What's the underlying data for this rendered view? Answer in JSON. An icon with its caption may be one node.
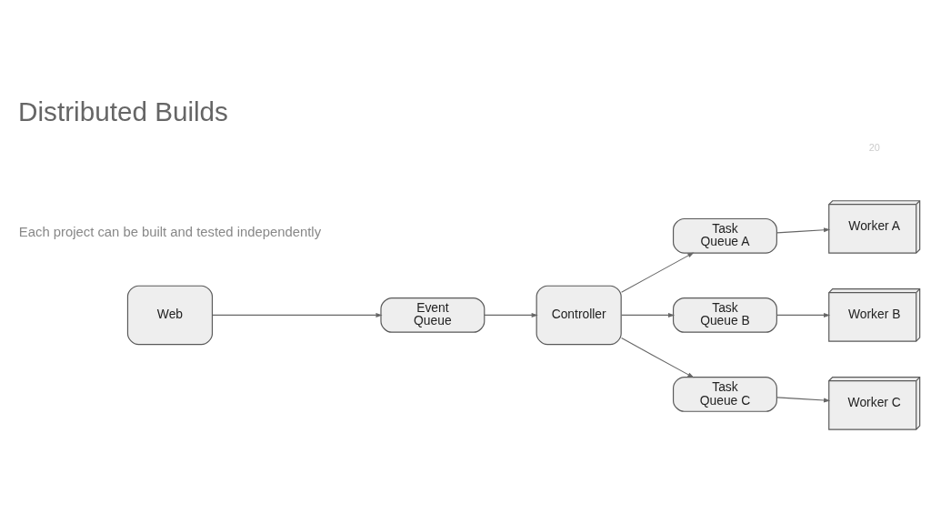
{
  "diagram": {
    "title": "Distributed Builds",
    "nodes": [
      {
        "text": [
          "Web"
        ]
      },
      {
        "text": [
          "Event Queue"
        ]
      },
      {
        "text": [
          "Controller"
        ]
      },
      {
        "text": [
          "Task Queue A"
        ]
      },
      {
        "text": [
          "Task Queue B"
        ]
      },
      {
        "text": [
          "Task Queue C"
        ]
      },
      {
        "text": [
          "Worker A"
        ]
      },
      {
        "text": [
          "Worker B"
        ]
      },
      {
        "text": [
          "Worker C"
        ]
      }
    ],
    "edges": [
      {
        "from": 0,
        "to": 1,
        "arrow": "to"
      },
      {
        "from": 1,
        "to": 2,
        "arrow": "to"
      },
      {
        "from": 2,
        "to": 3,
        "arrow": "to"
      },
      {
        "from": 2,
        "to": 4,
        "arrow": "to"
      },
      {
        "from": 2,
        "to": 5,
        "arrow": "to"
      },
      {
        "from": 3,
        "to": 6,
        "arrow": "to"
      },
      {
        "from": 4,
        "to": 7,
        "arrow": "to"
      },
      {
        "from": 5,
        "to": 8,
        "arrow": "to"
      }
    ],
    "labels": [
      "Each project can be built and tested independently",
      "20"
    ]
  }
}
